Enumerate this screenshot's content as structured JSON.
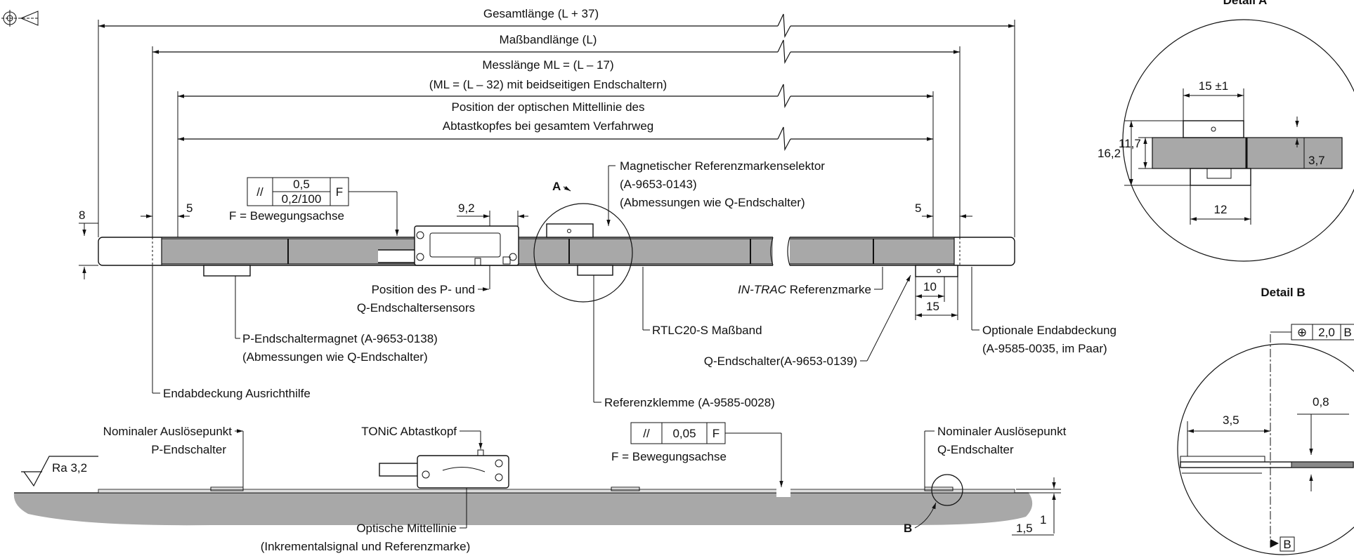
{
  "top": {
    "overall_length": "Gesamtlänge (L + 37)",
    "tape_length": "Maßbandlänge (L)",
    "measuring_length": "Messlänge ML = (L – 17)",
    "ml_endswitch": "(ML = (L – 32) mit beidseitigen Endschaltern)",
    "centerline_1": "Position der optischen Mittellinie des",
    "centerline_2": "Abtastkopfes bei gesamtem Verfahrweg",
    "dim_8": "8",
    "dim_5_left": "5",
    "dim_5_right": "5",
    "dim_9_2": "9,2",
    "dim_10": "10",
    "dim_15": "15",
    "par_symbol": "//",
    "tol_1": "0,5",
    "tol_2": "0,2/100",
    "datum_F": "F",
    "motion_axis": "F = Bewegungsachse",
    "label_A": "A",
    "mag_selector_1": "Magnetischer Referenzmarkenselektor",
    "mag_selector_2": "(A-9653-0143)",
    "mag_selector_3": "(Abmessungen wie Q-Endschalter)",
    "pq_sensor_1": "Position des P- und",
    "pq_sensor_2": "Q-Endschaltersensors",
    "intrac_italic": "IN-TRAC",
    "intrac_rest": " Referenzmarke",
    "p_magnet_1": "P-Endschaltermagnet (A-9653-0138)",
    "p_magnet_2": "(Abmessungen wie Q-Endschalter)",
    "rtlc": "RTLC20-S Maßband",
    "end_cover_1": "Optionale Endabdeckung",
    "end_cover_2": "(A-9585-0035, im Paar)",
    "q_switch": "Q-Endschalter(A-9653-0139)",
    "align_aid": "Endabdeckung Ausrichthilfe",
    "ref_clamp": "Referenzklemme (A-9585-0028)"
  },
  "bottom": {
    "nominal_p_1": "Nominaler Auslösepunkt",
    "nominal_p_2": "P-Endschalter",
    "tonic": "TONiC Abtastkopf",
    "tol_par": "//",
    "tol_val": "0,05",
    "tol_datum": "F",
    "motion_axis": "F = Bewegungsachse",
    "nominal_q_1": "Nominaler Auslösepunkt",
    "nominal_q_2": "Q-Endschalter",
    "roughness": "Ra 3,2",
    "optical_1": "Optische Mittellinie",
    "optical_2": "(Inkrementalsignal und Referenzmarke)",
    "label_B": "B",
    "dim_1_5": "1,5",
    "sup_1": "1"
  },
  "detail_a": {
    "title": "Detail A",
    "dim_15": "15 ±1",
    "dim_16_2": "16,2",
    "dim_11_7": "11,7",
    "dim_3_7": "3,7",
    "dim_12": "12"
  },
  "detail_b": {
    "title": "Detail B",
    "pos_symbol": "⊕",
    "pos_val": "2,0",
    "pos_datum": "B",
    "dim_0_8": "0,8",
    "dim_3_5": "3,5",
    "datum_B": "B"
  }
}
